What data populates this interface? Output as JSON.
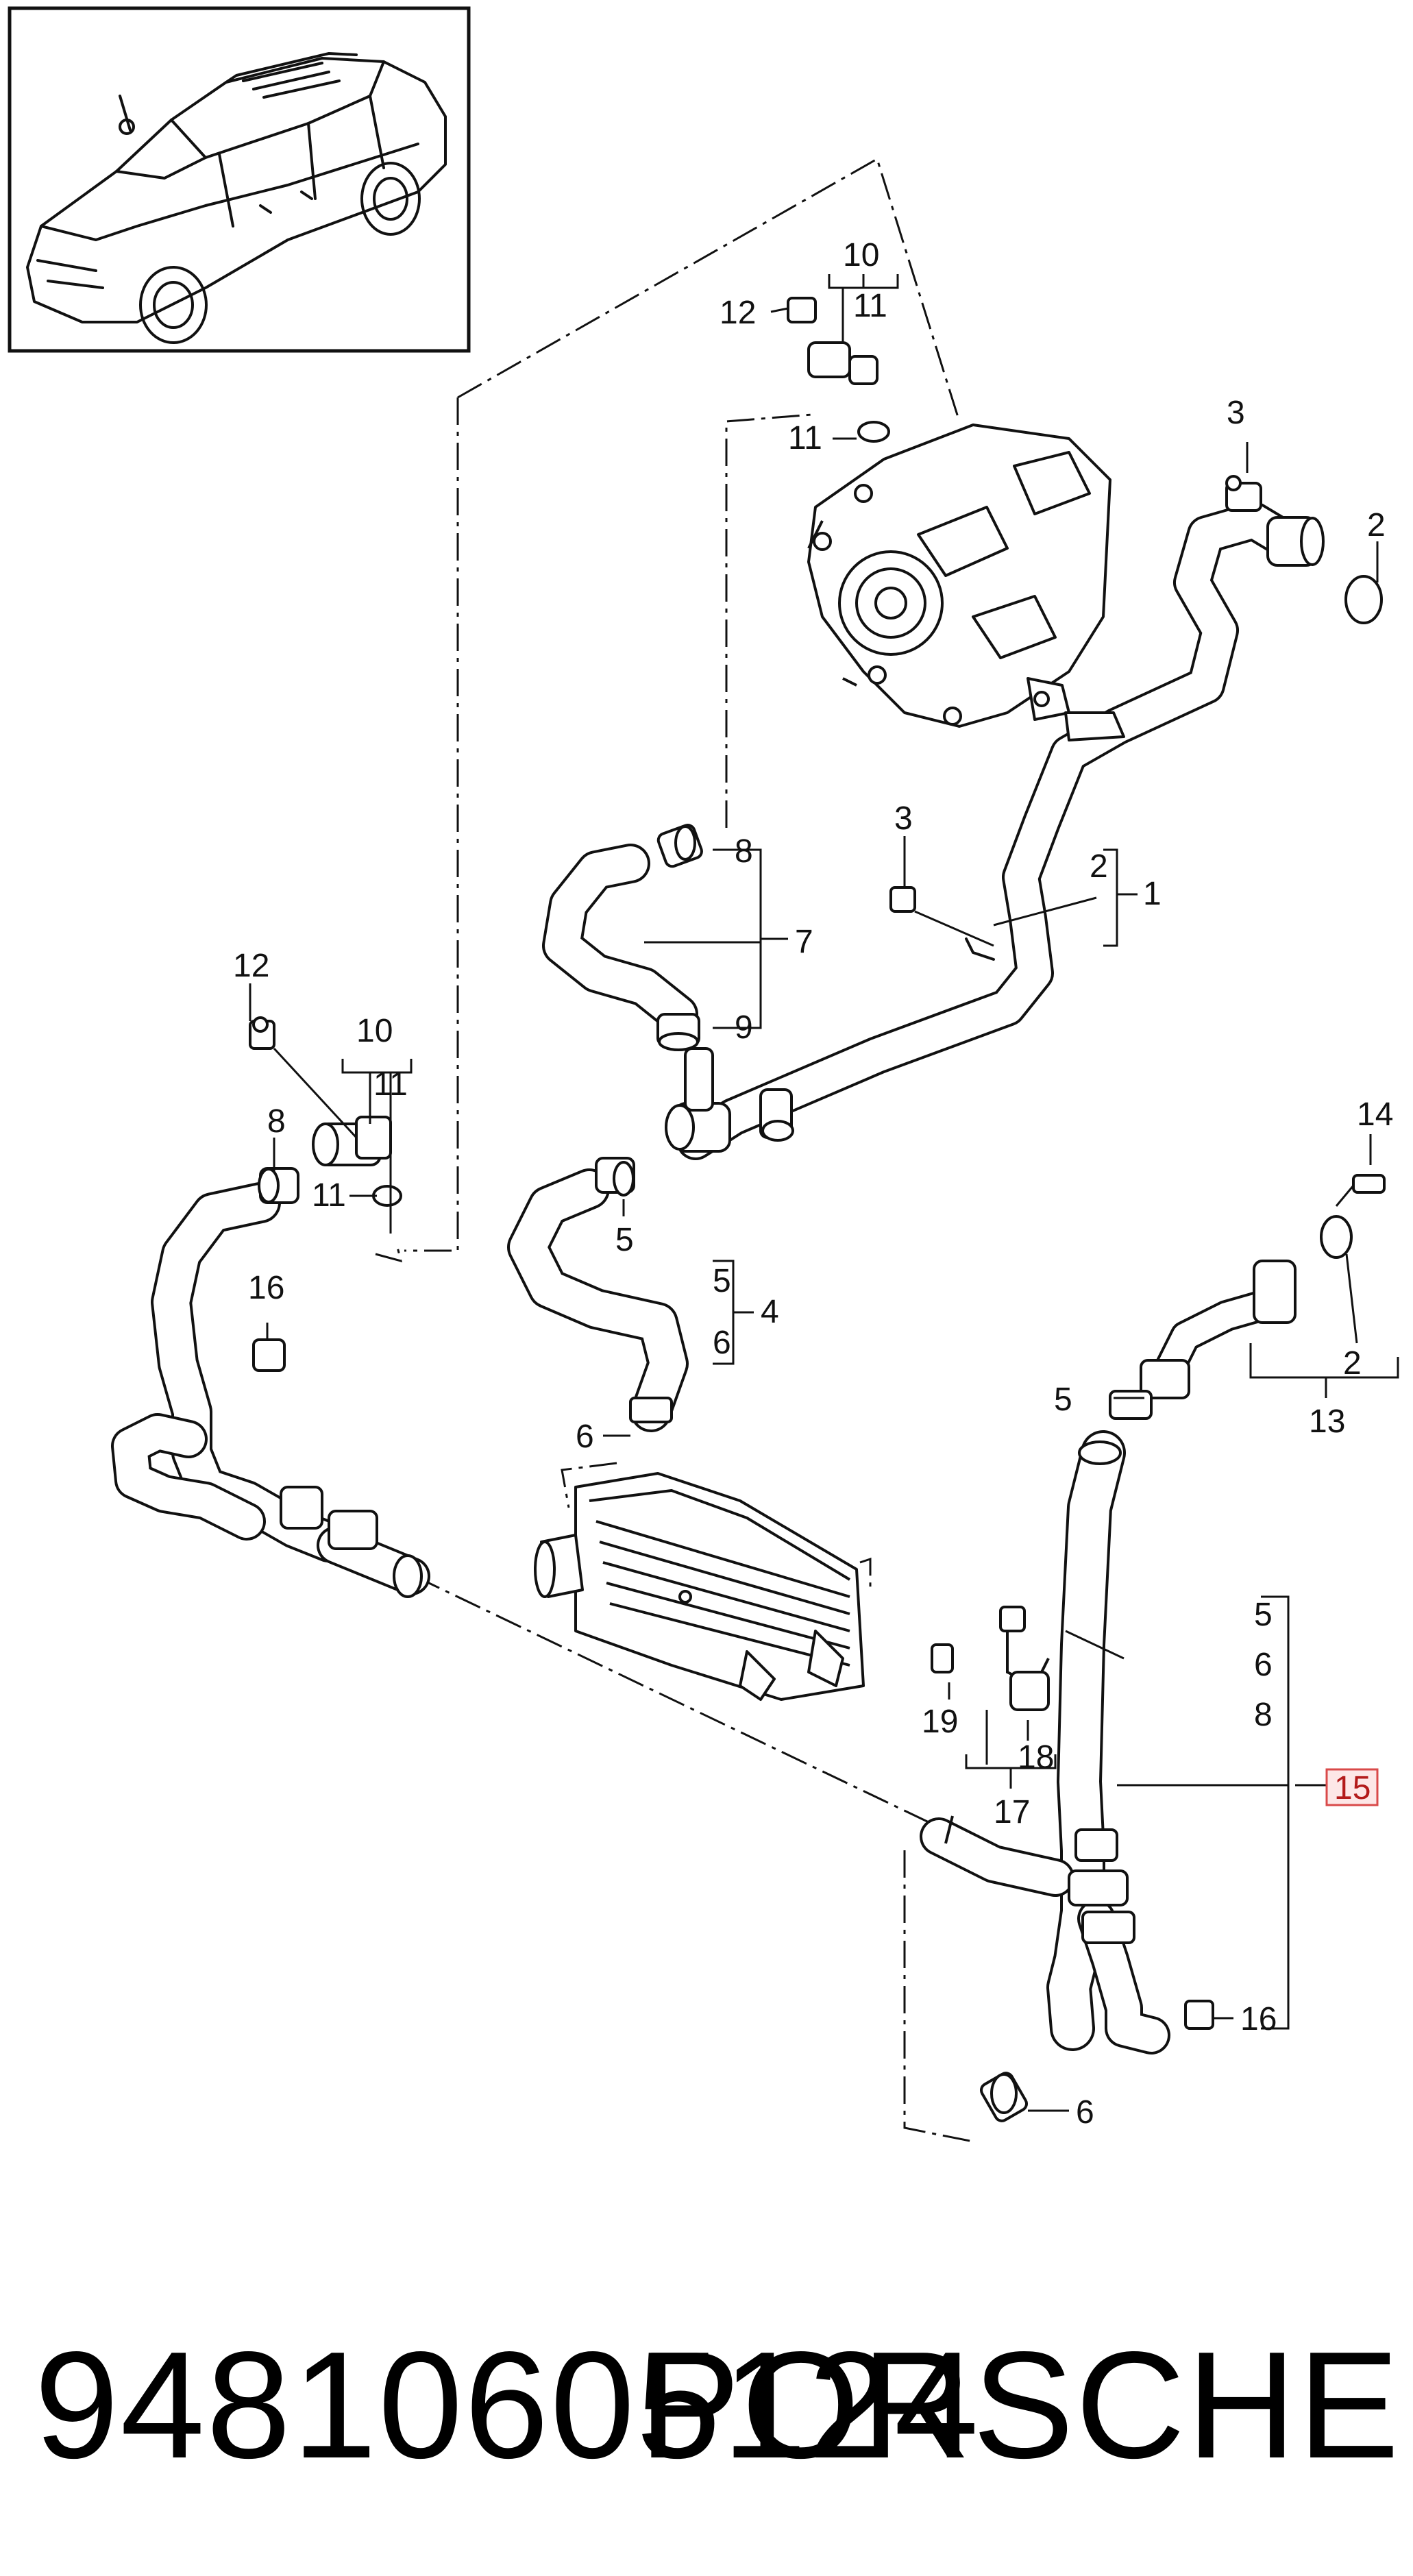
{
  "footer": {
    "part_number": "94810605124",
    "brand": "PORSCHE"
  },
  "inset": {
    "subject": "vehicle-overview-icon"
  },
  "colors": {
    "line": "#111111",
    "highlight_border": "#d94a4a",
    "highlight_fill": "#fde7e7",
    "highlight_text": "#b31b1b"
  },
  "callouts": [
    {
      "id": "c10a",
      "label": "10"
    },
    {
      "id": "c11a",
      "label": "11"
    },
    {
      "id": "c12a",
      "label": "12"
    },
    {
      "id": "c11b",
      "label": "11"
    },
    {
      "id": "c3a",
      "label": "3"
    },
    {
      "id": "c2a",
      "label": "2"
    },
    {
      "id": "c3b",
      "label": "3"
    },
    {
      "id": "c2b",
      "label": "2"
    },
    {
      "id": "c1",
      "label": "1"
    },
    {
      "id": "c8a",
      "label": "8"
    },
    {
      "id": "c7",
      "label": "7"
    },
    {
      "id": "c9",
      "label": "9"
    },
    {
      "id": "c12b",
      "label": "12"
    },
    {
      "id": "c10b",
      "label": "10"
    },
    {
      "id": "c11c",
      "label": "11"
    },
    {
      "id": "c8b",
      "label": "8"
    },
    {
      "id": "c11d",
      "label": "11"
    },
    {
      "id": "c5a",
      "label": "5"
    },
    {
      "id": "c5b",
      "label": "5"
    },
    {
      "id": "c4",
      "label": "4"
    },
    {
      "id": "c6a",
      "label": "6"
    },
    {
      "id": "c16a",
      "label": "16"
    },
    {
      "id": "c14",
      "label": "14"
    },
    {
      "id": "c2c",
      "label": "2"
    },
    {
      "id": "c13",
      "label": "13"
    },
    {
      "id": "c5c",
      "label": "5"
    },
    {
      "id": "c6b",
      "label": "6"
    },
    {
      "id": "c5d",
      "label": "5"
    },
    {
      "id": "c6c",
      "label": "6"
    },
    {
      "id": "c8c",
      "label": "8"
    },
    {
      "id": "c15",
      "label": "15"
    },
    {
      "id": "c19",
      "label": "19"
    },
    {
      "id": "c18",
      "label": "18"
    },
    {
      "id": "c17",
      "label": "17"
    },
    {
      "id": "c16b",
      "label": "16"
    },
    {
      "id": "c6d",
      "label": "6"
    }
  ]
}
